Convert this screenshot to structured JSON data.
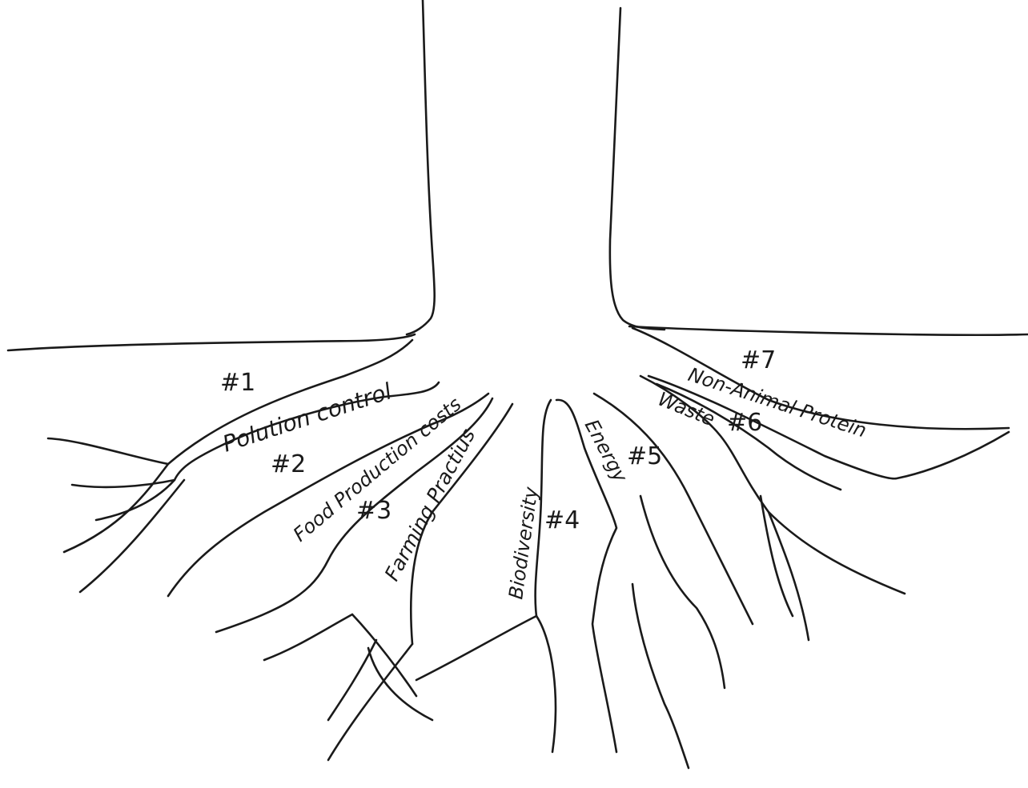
{
  "roots": [
    {
      "number": "#1",
      "label": "Polution control"
    },
    {
      "number": "#2",
      "label": "Food Production costs"
    },
    {
      "number": "#3",
      "label": "Farming Practius"
    },
    {
      "number": "#4",
      "label": "Biodiversity"
    },
    {
      "number": "#5",
      "label": "Energy"
    },
    {
      "number": "#6",
      "label": "Waste"
    },
    {
      "number": "#7",
      "label": "Non-Animal Protein"
    }
  ],
  "colors": {
    "ink": "#1a1a1a",
    "paper": "#ffffff"
  }
}
